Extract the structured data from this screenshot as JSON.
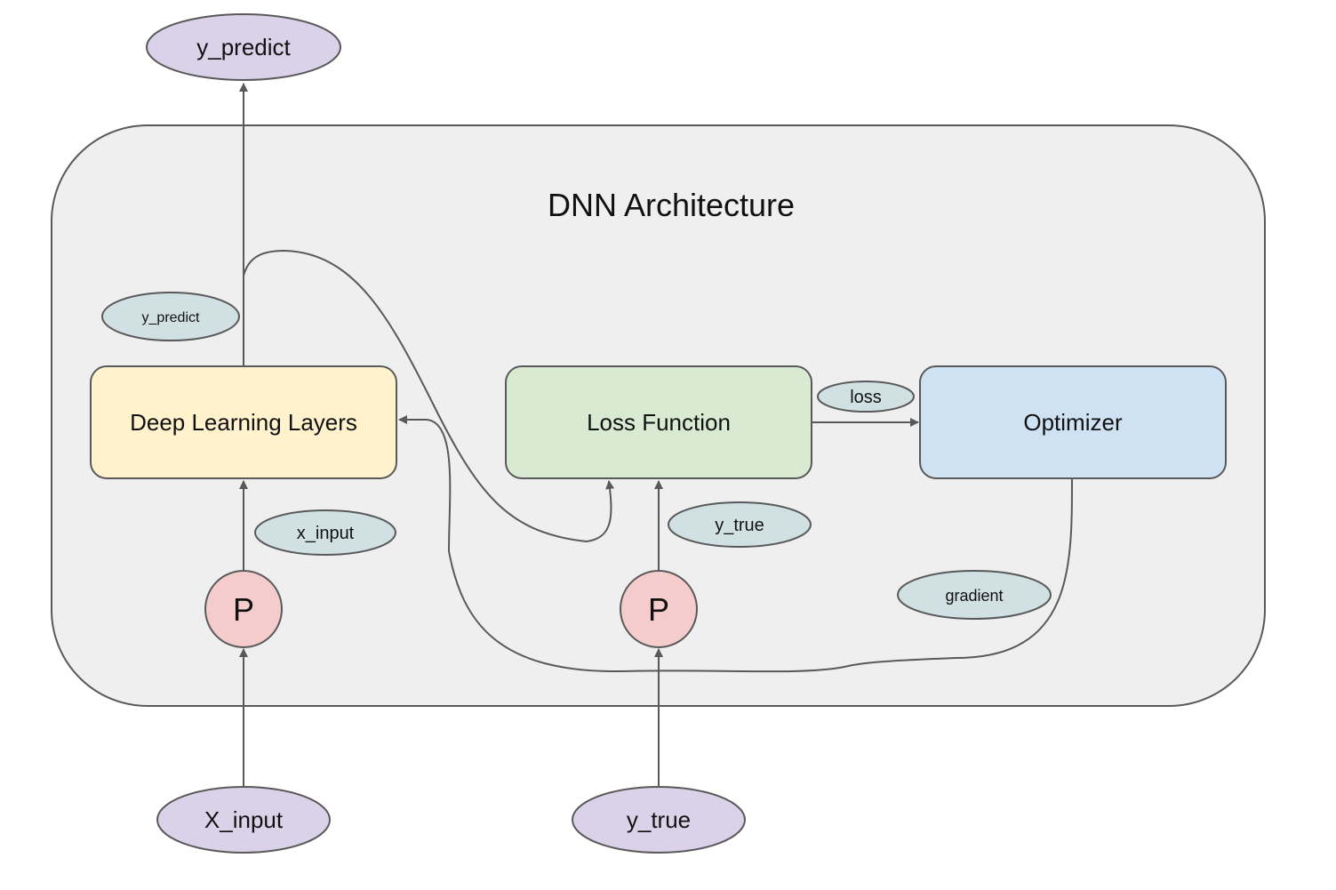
{
  "diagram": {
    "title": "DNN Architecture",
    "nodes": {
      "y_predict_out": "y_predict",
      "deep_learning_layers": "Deep Learning Layers",
      "loss_function": "Loss Function",
      "optimizer": "Optimizer",
      "placeholder_x": "P",
      "placeholder_y": "P",
      "x_input_in": "X_input",
      "y_true_in": "y_true"
    },
    "edge_labels": {
      "y_predict": "y_predict",
      "loss": "loss",
      "x_input": "x_input",
      "y_true": "y_true",
      "gradient": "gradient"
    }
  },
  "colors": {
    "container": "#efefef",
    "io_node": "#d9d2e9",
    "deep_learning_layers": "#fff2cc",
    "loss_function": "#d9ead3",
    "optimizer": "#cfe2f3",
    "placeholder": "#f4cccc",
    "edge_label": "#d0e0e3",
    "stroke": "#595959"
  }
}
